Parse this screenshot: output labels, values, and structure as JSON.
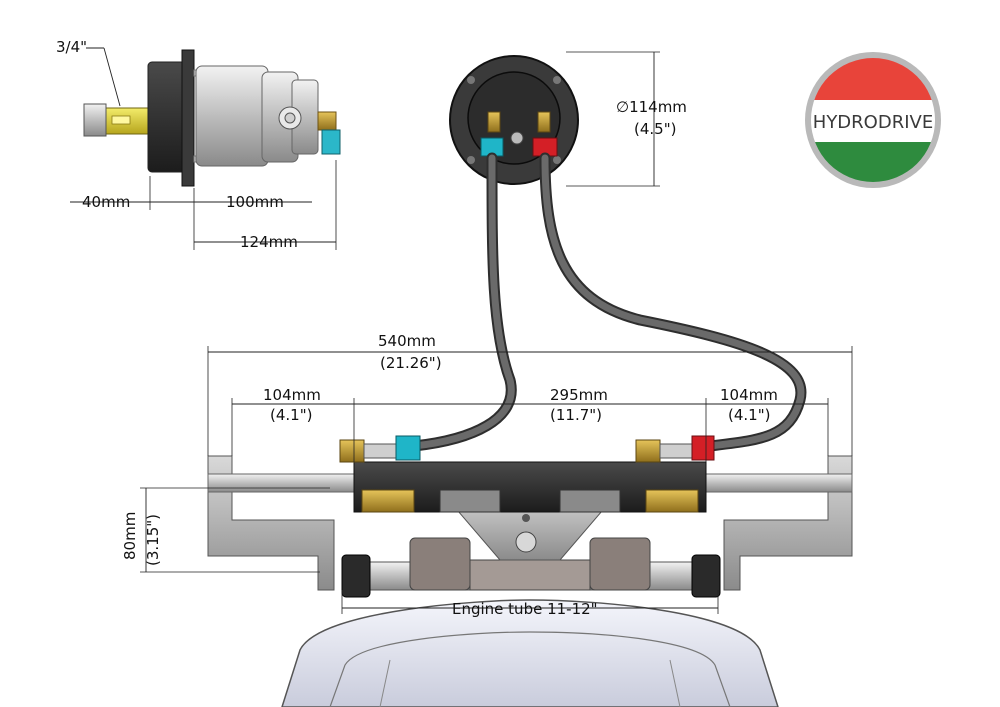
{
  "pump": {
    "shaft_size": "3/4\"",
    "dim_flange": "40mm",
    "dim_body": "100mm",
    "dim_total": "124mm"
  },
  "bezel": {
    "diameter_mm": "∅114mm",
    "diameter_in": "(4.5\")"
  },
  "logo": {
    "text": "HYDRODRIVE",
    "colors": {
      "top": "#e8443a",
      "middle": "#ffffff",
      "bottom": "#2e8b3e",
      "ring": "#b9b9b9"
    }
  },
  "cylinder": {
    "overall_mm": "540mm",
    "overall_in": "(21.26\")",
    "left_mm": "104mm",
    "left_in": "(4.1\")",
    "center_mm": "295mm",
    "center_in": "(11.7\")",
    "right_mm": "104mm",
    "right_in": "(4.1\")",
    "height_mm": "80mm",
    "height_in": "(3.15\")",
    "engine_tube": "Engine tube 11-12\""
  },
  "colors": {
    "fitting_blue": "#1fb5c8",
    "fitting_red": "#d41f26",
    "brass": "#c8a03a",
    "hose": "#555555"
  }
}
